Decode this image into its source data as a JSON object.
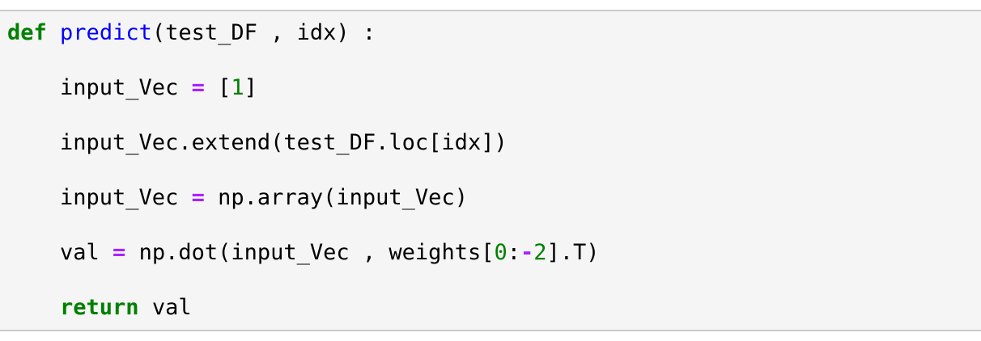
{
  "code_cell": {
    "language": "python",
    "colors": {
      "background": "#f5f5f5",
      "border": "#cbcbcb",
      "text": "#000000",
      "keyword": "#008000",
      "function": "#0000ff",
      "operator": "#aa22ff",
      "number": "#008000"
    },
    "lines": [
      {
        "tokens": [
          {
            "t": "keyword",
            "v": "def"
          },
          {
            "t": "plain",
            "v": " "
          },
          {
            "t": "function",
            "v": "predict"
          },
          {
            "t": "plain",
            "v": "(test_DF , idx) :"
          }
        ]
      },
      {
        "tokens": []
      },
      {
        "tokens": [
          {
            "t": "plain",
            "v": "    input_Vec "
          },
          {
            "t": "operator",
            "v": "="
          },
          {
            "t": "plain",
            "v": " ["
          },
          {
            "t": "number",
            "v": "1"
          },
          {
            "t": "plain",
            "v": "]"
          }
        ]
      },
      {
        "tokens": []
      },
      {
        "tokens": [
          {
            "t": "plain",
            "v": "    input_Vec.extend(test_DF.loc[idx])"
          }
        ]
      },
      {
        "tokens": []
      },
      {
        "tokens": [
          {
            "t": "plain",
            "v": "    input_Vec "
          },
          {
            "t": "operator",
            "v": "="
          },
          {
            "t": "plain",
            "v": " np.array(input_Vec)"
          }
        ]
      },
      {
        "tokens": []
      },
      {
        "tokens": [
          {
            "t": "plain",
            "v": "    val "
          },
          {
            "t": "operator",
            "v": "="
          },
          {
            "t": "plain",
            "v": " np.dot(input_Vec , weights["
          },
          {
            "t": "number",
            "v": "0"
          },
          {
            "t": "plain",
            "v": ":"
          },
          {
            "t": "operator",
            "v": "-"
          },
          {
            "t": "number",
            "v": "2"
          },
          {
            "t": "plain",
            "v": "].T)"
          }
        ]
      },
      {
        "tokens": []
      },
      {
        "tokens": [
          {
            "t": "plain",
            "v": "    "
          },
          {
            "t": "keyword",
            "v": "return"
          },
          {
            "t": "plain",
            "v": " val"
          }
        ]
      }
    ]
  }
}
